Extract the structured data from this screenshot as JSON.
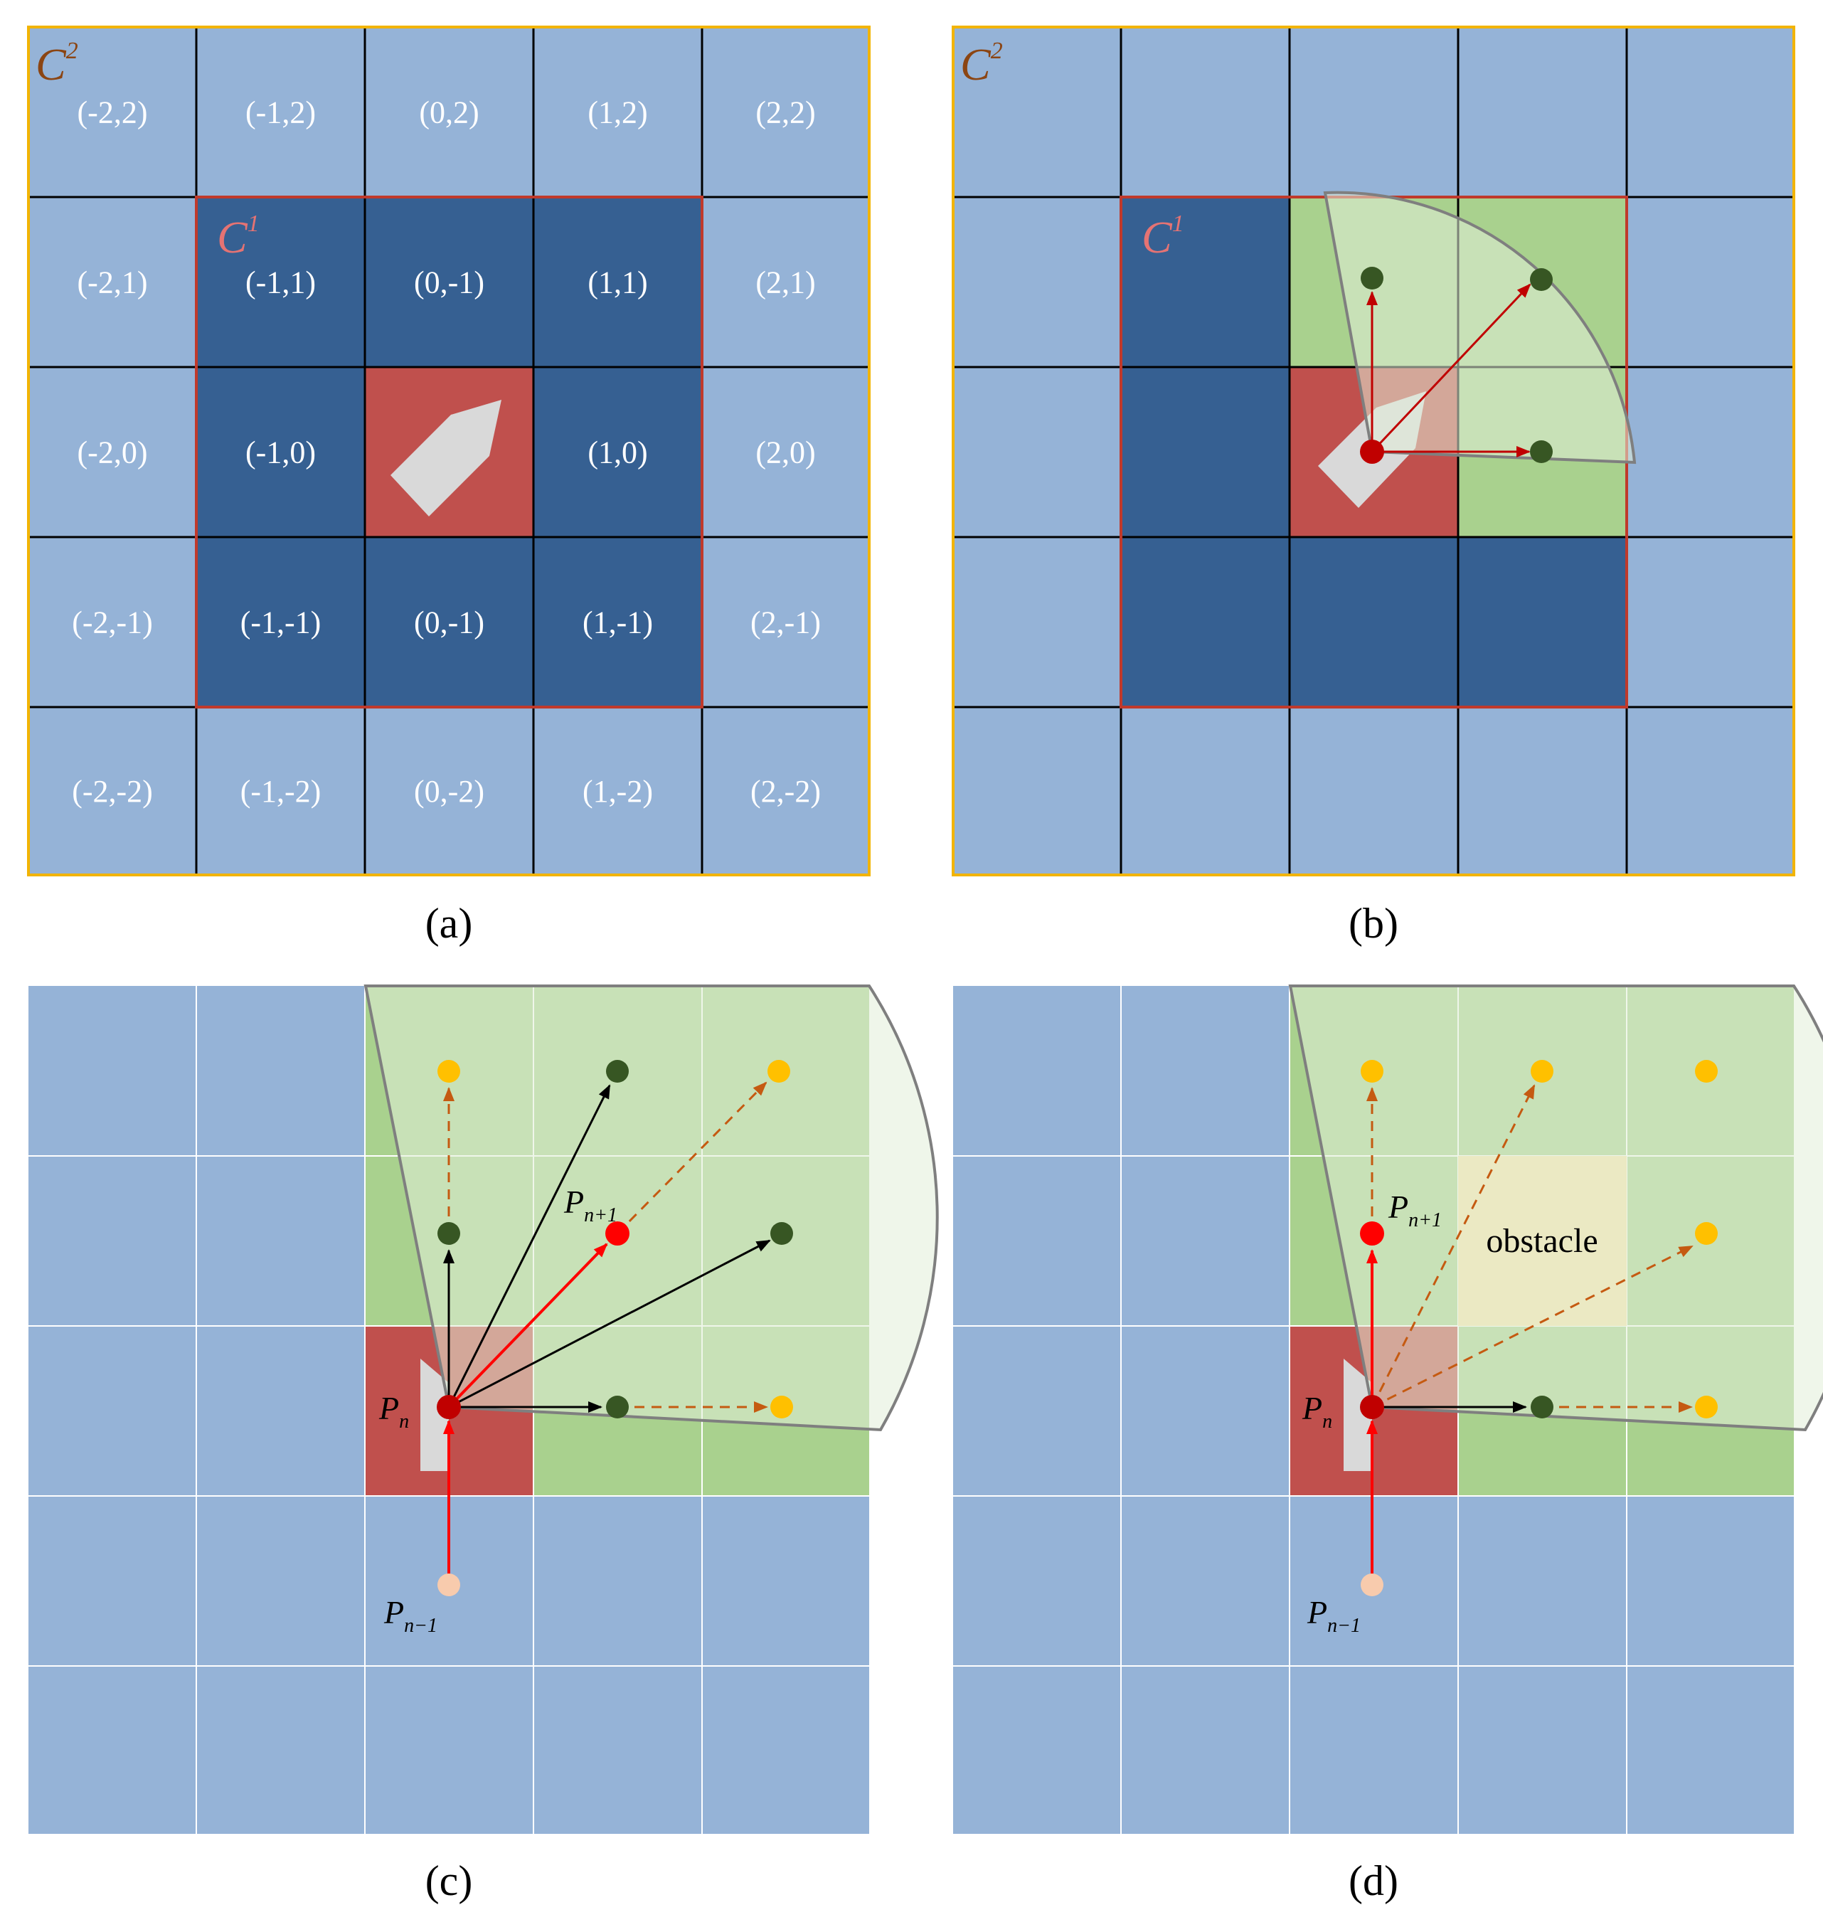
{
  "colors": {
    "light_blue": "#95b3d7",
    "dark_blue": "#366092",
    "red_cell": "#c0504d",
    "green_cell": "#a9d18e",
    "sector_fill": "#e2efd9",
    "boat": "#d9d9d9",
    "dark_green_dot": "#375623",
    "yellow_dot": "#ffc000",
    "red_dot": "#ff0000",
    "dark_red_dot": "#c00000",
    "pale_dot": "#f8cbad",
    "obstacle": "#f7e3a8",
    "orange_dashed": "#c55a11",
    "border_c2": "#f2b400",
    "border_c1": "#c0392b"
  },
  "panel_a": {
    "caption": "(a)",
    "c2_label": "C",
    "c2_sup": "2",
    "c1_label": "C",
    "c1_sup": "1",
    "cells": [
      "(-2,2)",
      "(-1,2)",
      "(0,2)",
      "(1,2)",
      "(2,2)",
      "(-2,1)",
      "(-1,1)",
      "(0,-1)",
      "(1,1)",
      "(2,1)",
      "(-2,0)",
      "(-1,0)",
      "",
      "(1,0)",
      "(2,0)",
      "(-2,-1)",
      "(-1,-1)",
      "(0,-1)",
      "(1,-1)",
      "(2,-1)",
      "(-2,-2)",
      "(-1,-2)",
      "(0,-2)",
      "(1,-2)",
      "(2,-2)"
    ]
  },
  "panel_b": {
    "caption": "(b)",
    "c2_label": "C",
    "c2_sup": "2",
    "c1_label": "C",
    "c1_sup": "1"
  },
  "panel_c": {
    "caption": "(c)",
    "p_n": "P",
    "p_n_sub": "n",
    "p_n1": "P",
    "p_n1_sub": "n+1",
    "p_nm1": "P",
    "p_nm1_sub": "n−1"
  },
  "panel_d": {
    "caption": "(d)",
    "obstacle": "obstacle",
    "p_n": "P",
    "p_n_sub": "n",
    "p_n1": "P",
    "p_n1_sub": "n+1",
    "p_nm1": "P",
    "p_nm1_sub": "n−1"
  }
}
